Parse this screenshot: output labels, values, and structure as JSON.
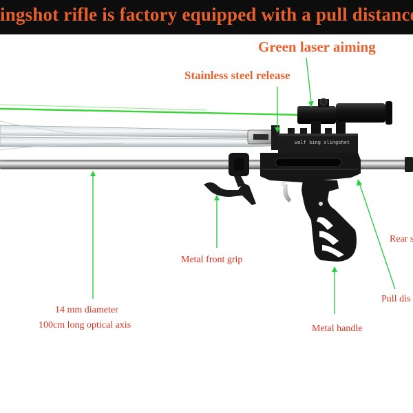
{
  "banner": {
    "text": "ingshot rifle is factory equipped with a pull distance of"
  },
  "labels": {
    "green_laser": "Green laser aiming",
    "stainless_release": "Stainless steel release",
    "front_grip": "Metal front grip",
    "diameter": "14 mm diameter",
    "optical_axis": "100cm long optical axis",
    "metal_handle": "Metal handle",
    "rear": "Rear s",
    "pull_distance": "Pull dis"
  },
  "product": {
    "engraving": "wolf king slingshot"
  },
  "colors": {
    "banner_bg": "#0d0d0d",
    "banner_text": "#e8602c",
    "label_orange": "#e8602c",
    "label_red": "#d5341f",
    "arrow_green": "#2ecc40",
    "laser_green": "#39d435"
  }
}
